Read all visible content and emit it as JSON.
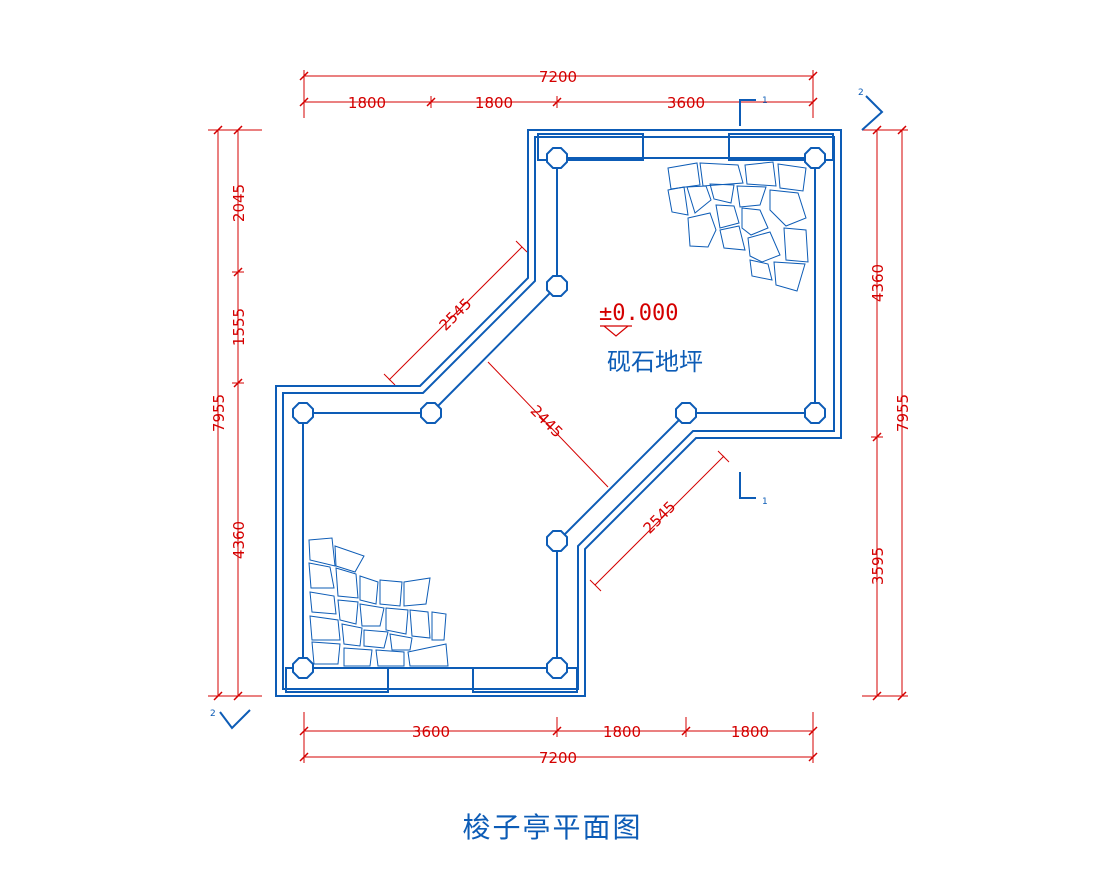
{
  "drawing": {
    "title": "梭子亭平面图",
    "level_mark": "±0.000",
    "floor_label": "砚石地坪",
    "colors": {
      "dimension": "#d40000",
      "outline": "#0d5cb6",
      "background": "#ffffff"
    },
    "section_marks": {
      "section_1": "1",
      "section_2": "2"
    },
    "dimensions": {
      "top_total": "7200",
      "top_segments": [
        "1800",
        "1800",
        "3600"
      ],
      "bottom_total": "7200",
      "bottom_segments": [
        "3600",
        "1800",
        "1800"
      ],
      "left_total": "7955",
      "left_segments": [
        "2045",
        "1555",
        "4360"
      ],
      "right_total": "7955",
      "right_segments": [
        "4360",
        "3595"
      ],
      "diagonal_upper": "2545",
      "diagonal_lower": "2545",
      "diagonal_width": "2445"
    }
  }
}
